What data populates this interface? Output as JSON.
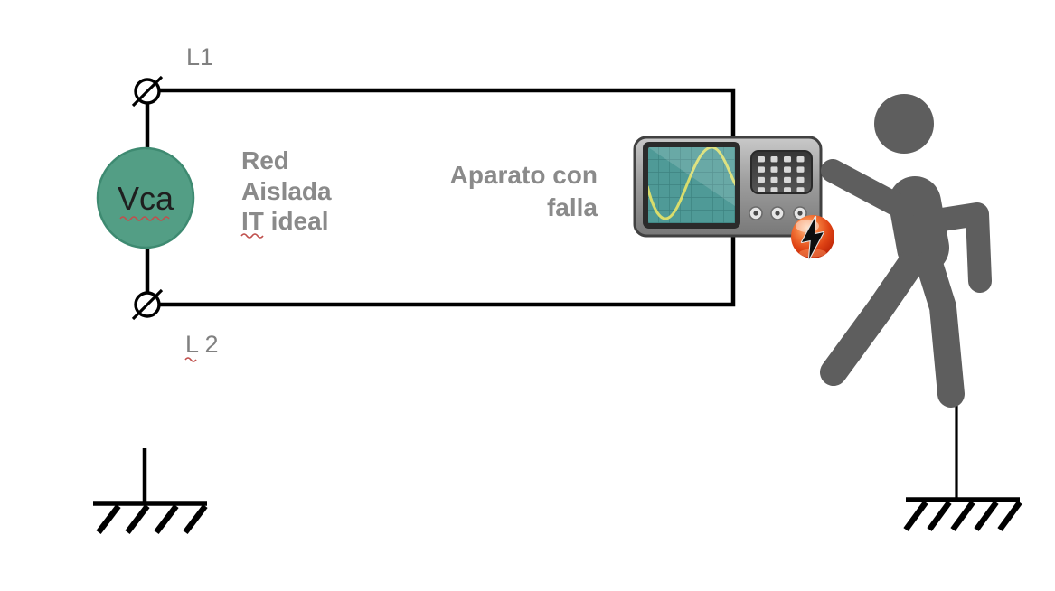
{
  "diagram": {
    "source": {
      "label": "Vca"
    },
    "conductors": {
      "l1_label": "L1",
      "l2_label": "L 2"
    },
    "network": {
      "lines": [
        "Red",
        "Aislada",
        "IT ideal"
      ]
    },
    "appliance": {
      "lines": [
        "Aparato con",
        "falla"
      ]
    },
    "icons": {
      "device": "oscilloscope-icon",
      "hazard": "electric-shock-icon",
      "human": "person-silhouette-icon",
      "earth": "earth-ground-icon",
      "terminal": "open-terminal-icon"
    },
    "colors": {
      "source_green": "#539E85",
      "label_gray": "#8A8A8A",
      "person_gray": "#5E5E5E",
      "wire_black": "#000000",
      "screen_teal": "#4F9A97",
      "wave_yellow": "#D9DD6C",
      "shock_orange": "#DE4514",
      "spellcheck_red": "#C0504D"
    }
  }
}
